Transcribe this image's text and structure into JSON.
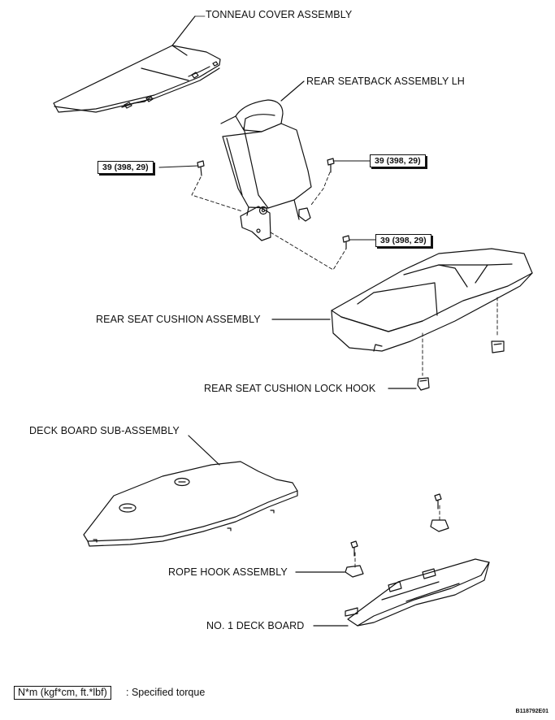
{
  "labels": {
    "tonneau_cover": "TONNEAU COVER ASSEMBLY",
    "rear_seatback": "REAR SEATBACK ASSEMBLY LH",
    "rear_seat_cushion": "REAR SEAT CUSHION ASSEMBLY",
    "cushion_lock_hook": "REAR SEAT CUSHION LOCK HOOK",
    "deck_board_sub": "DECK BOARD SUB-ASSEMBLY",
    "rope_hook": "ROPE HOOK ASSEMBLY",
    "no1_deck_board": "NO. 1 DECK BOARD"
  },
  "torque": {
    "left": "39 (398, 29)",
    "right": "39 (398, 29)",
    "lower": "39 (398, 29)"
  },
  "legend": {
    "unit": "N*m (kgf*cm, ft.*lbf)",
    "text": ": Specified torque"
  },
  "figure_id": "B118792E01"
}
